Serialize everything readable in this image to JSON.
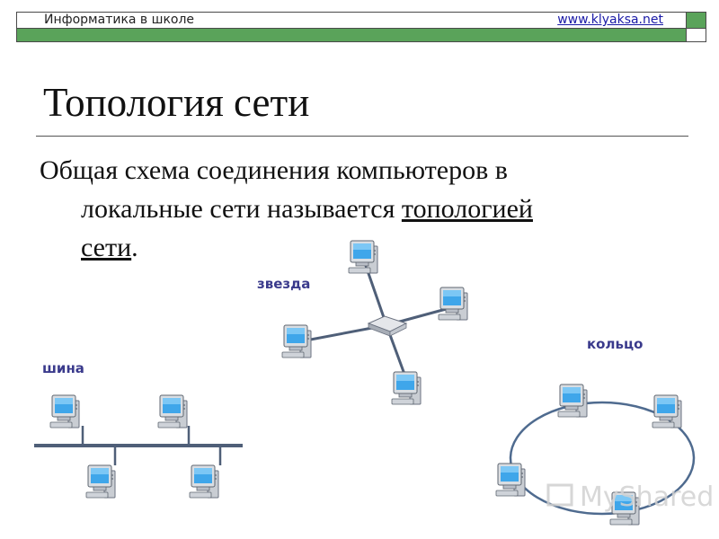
{
  "header": {
    "left_text": "Информатика в школе",
    "site_link": "www.klyaksa.net"
  },
  "slide": {
    "title": "Топология сети",
    "body": {
      "part1": "Общая схема соединения компьютеров в",
      "part2": "локальные сети называется ",
      "term1": "топологией",
      "term2": "сети",
      "end": "."
    }
  },
  "diagrams": {
    "bus_label": "шина",
    "star_label": "звезда",
    "ring_label": "кольцо"
  },
  "watermark": "MyShared",
  "colors": {
    "header_green": "#5aa35a",
    "line_color": "#4f5f78",
    "label_color": "#3a3a8c",
    "screen_blue": "#3fa6ea"
  }
}
